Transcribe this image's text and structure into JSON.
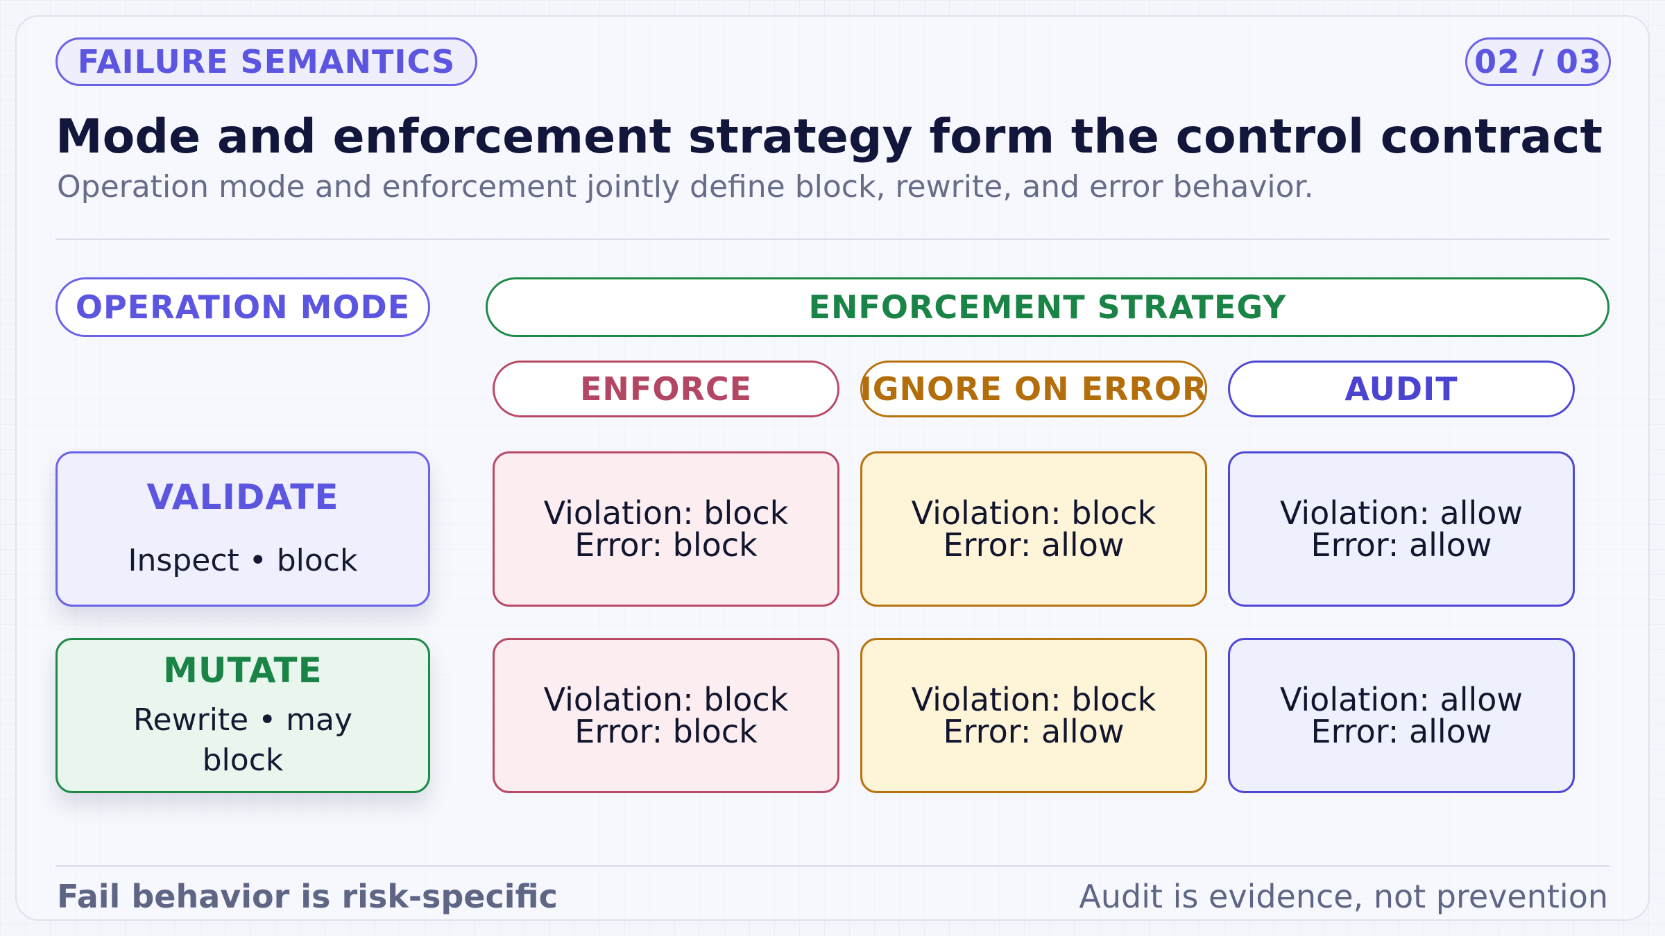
{
  "header": {
    "section_tag": "FAILURE SEMANTICS",
    "page_indicator": "02 / 03",
    "title": "Mode and enforcement strategy form the control contract",
    "subtitle": "Operation mode and enforcement jointly define block, rewrite, and error behavior."
  },
  "matrix": {
    "mode_header": "OPERATION MODE",
    "strategy_header": "ENFORCEMENT STRATEGY",
    "columns": [
      "ENFORCE",
      "IGNORE ON ERROR",
      "AUDIT"
    ],
    "rows": [
      {
        "mode": "VALIDATE",
        "description": "Inspect • block",
        "cells": [
          {
            "violation": "Violation: block",
            "error": "Error: block"
          },
          {
            "violation": "Violation: block",
            "error": "Error: allow"
          },
          {
            "violation": "Violation: allow",
            "error": "Error: allow"
          }
        ]
      },
      {
        "mode": "MUTATE",
        "description": "Rewrite • may block",
        "cells": [
          {
            "violation": "Violation: block",
            "error": "Error: block"
          },
          {
            "violation": "Violation: block",
            "error": "Error: allow"
          },
          {
            "violation": "Violation: allow",
            "error": "Error: allow"
          }
        ]
      }
    ]
  },
  "footer": {
    "left": "Fail behavior is risk-specific",
    "right": "Audit is evidence, not prevention"
  },
  "colors": {
    "validate_accent": "#5b55e0",
    "mutate_accent": "#1a8447",
    "enforce_accent": "#b34663",
    "ignore_accent": "#b36e0b",
    "audit_accent": "#4b44d0"
  }
}
